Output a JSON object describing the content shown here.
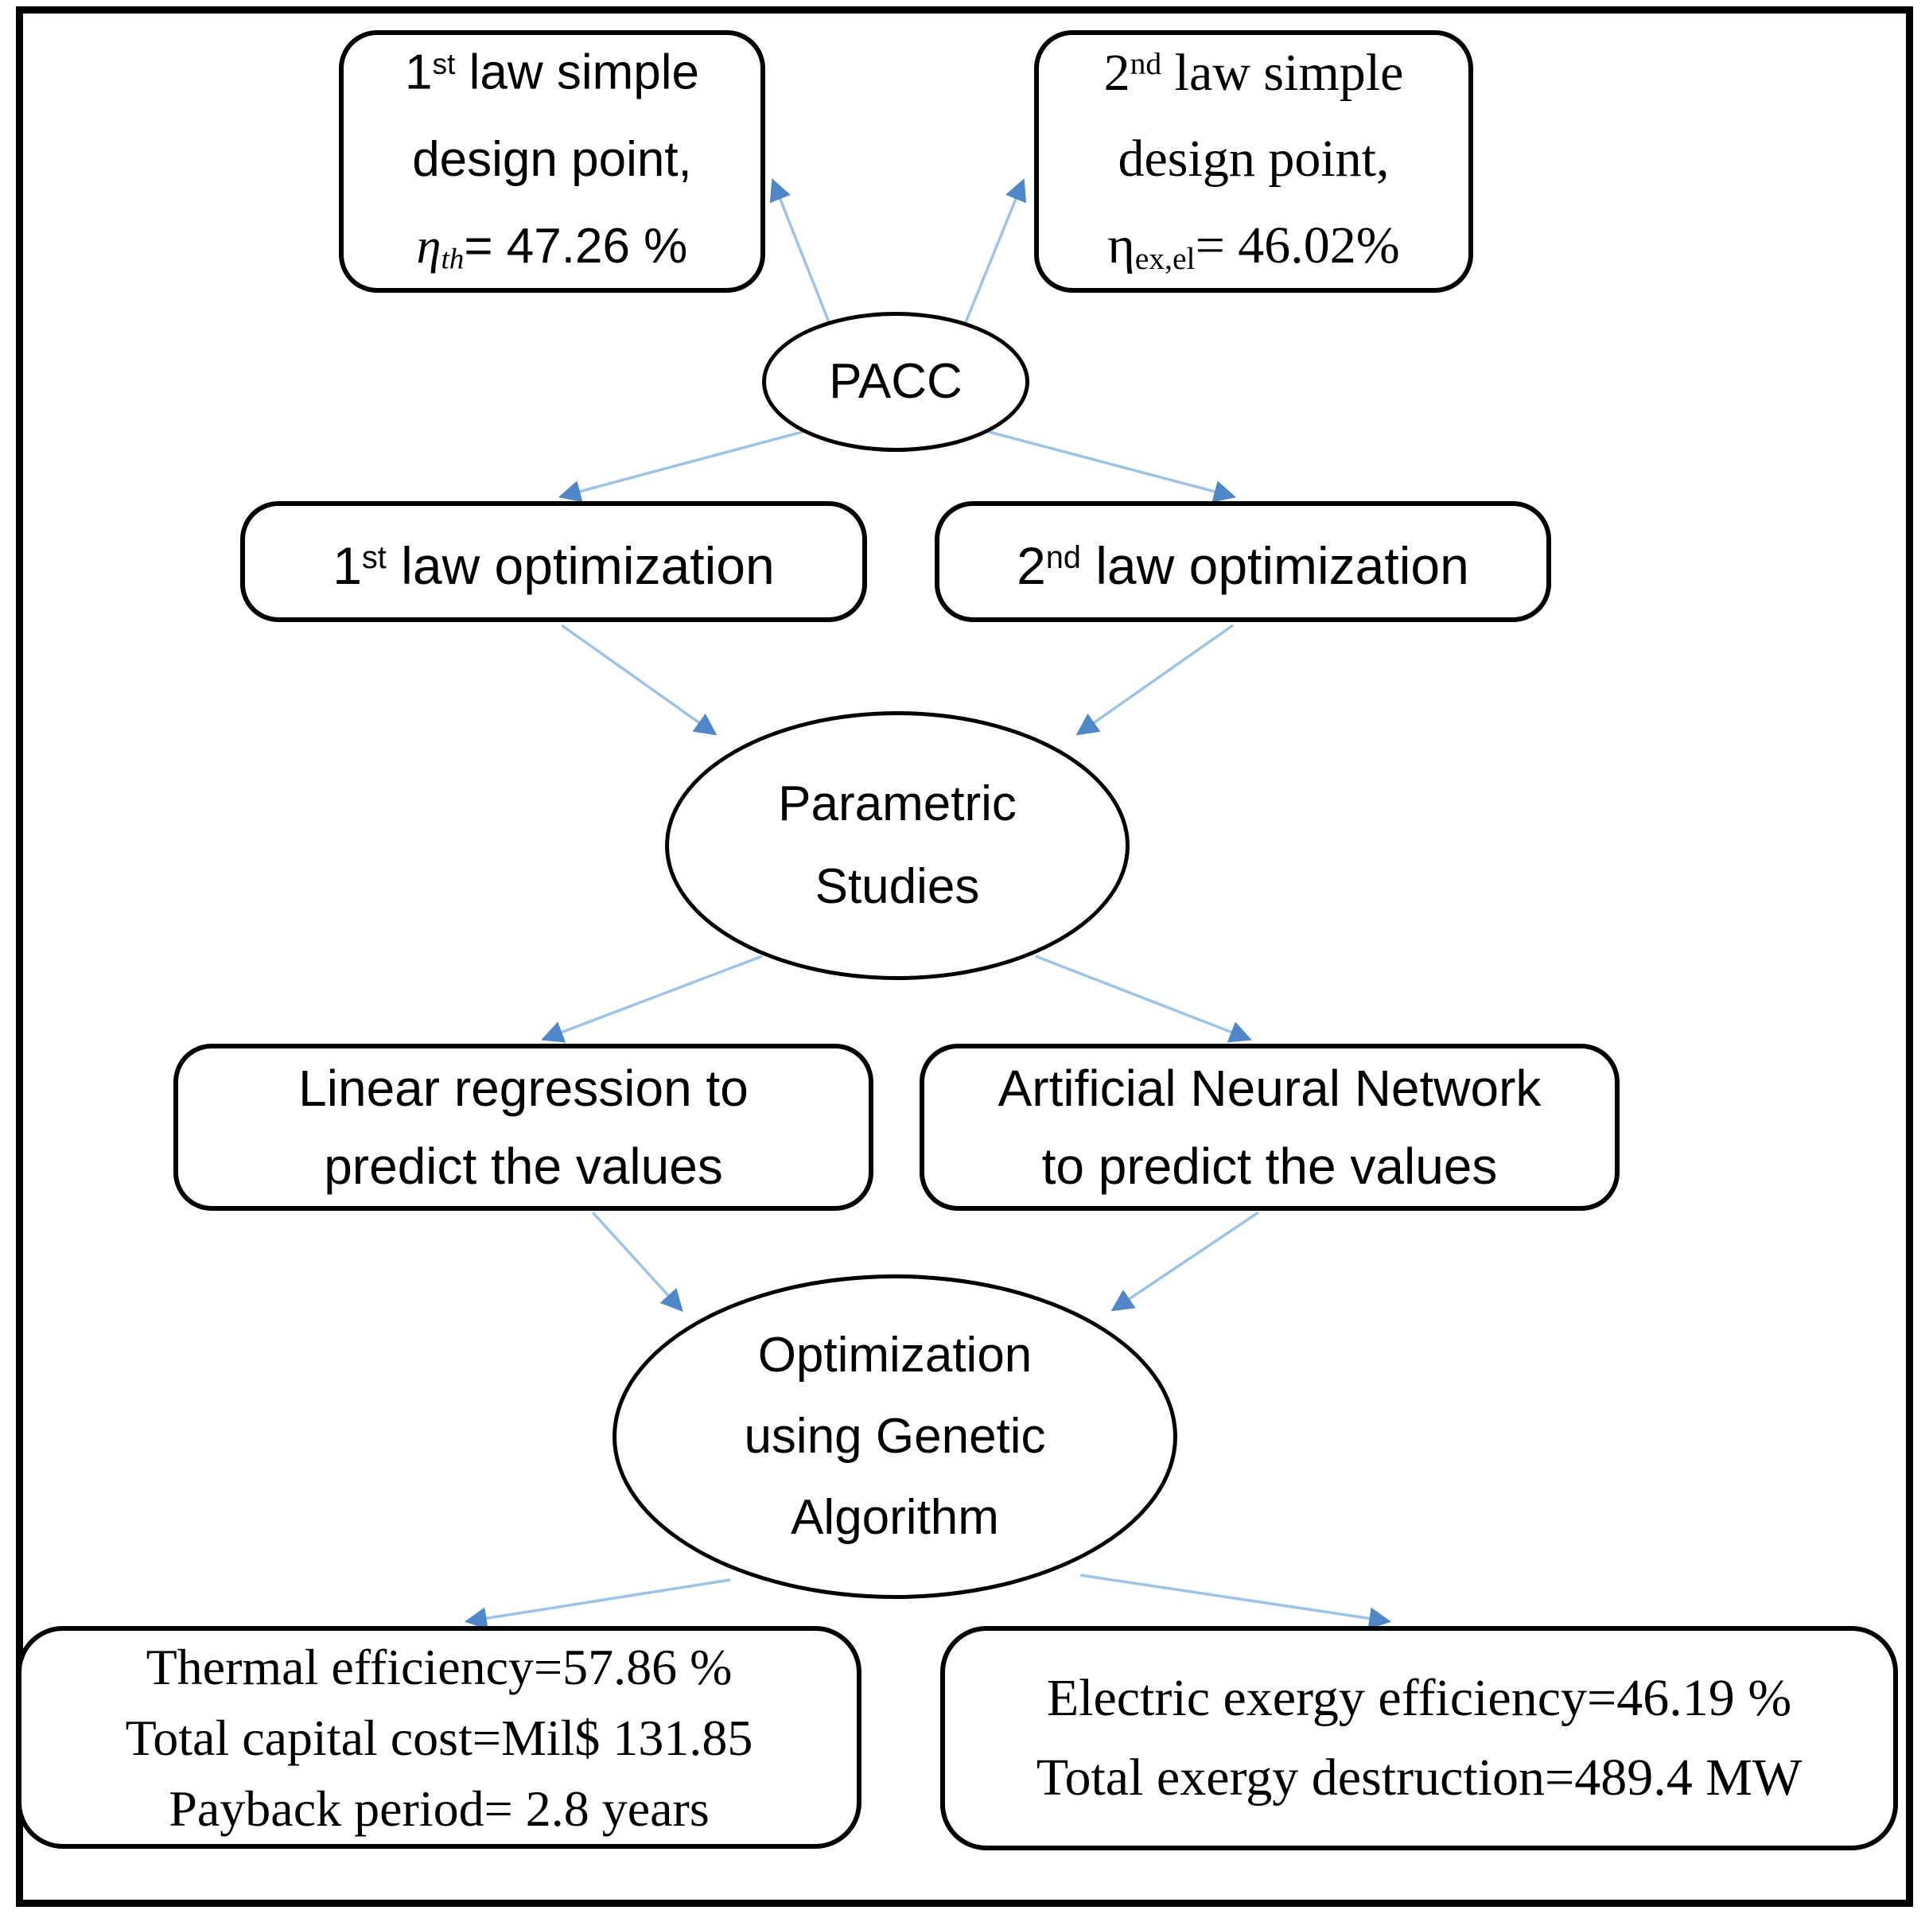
{
  "colors": {
    "background": "#ffffff",
    "text": "#000000",
    "node-border": "#000000",
    "arrow-line": "#9dc3e6",
    "arrow-head": "#4f87c9"
  },
  "nodes": {
    "first_law_design": {
      "l1a": "1",
      "l1sup": "st",
      "l1b": " law simple",
      "l2": "design point,",
      "eta": "η",
      "eta_sub": "th",
      "eta_val": "= 47.26 %"
    },
    "second_law_design": {
      "l1a": "2",
      "l1sup": "nd",
      "l1b": " law simple",
      "l2": "design point,",
      "eta": "η",
      "eta_sub": "ex,el",
      "eta_val": "= 46.02%"
    },
    "pacc": {
      "label": "PACC"
    },
    "first_law_opt": {
      "a": "1",
      "sup": "st",
      "b": " law optimization"
    },
    "second_law_opt": {
      "a": "2",
      "sup": "nd",
      "b": " law optimization"
    },
    "parametric": {
      "l1": "Parametric",
      "l2": "Studies"
    },
    "linear_regression": {
      "l1": "Linear regression to",
      "l2": "predict the values"
    },
    "ann": {
      "l1": "Artificial Neural Network",
      "l2": "to predict the values"
    },
    "genetic": {
      "l1": "Optimization",
      "l2": "using Genetic",
      "l3": "Algorithm"
    },
    "thermal_results": {
      "l1": "Thermal efficiency=57.86 %",
      "l2": "Total capital cost=Mil$ 131.85",
      "l3": "Payback period= 2.8 years"
    },
    "exergy_results": {
      "l1": "Electric exergy efficiency=46.19 %",
      "l2": "Total exergy destruction=489.4 MW"
    }
  }
}
